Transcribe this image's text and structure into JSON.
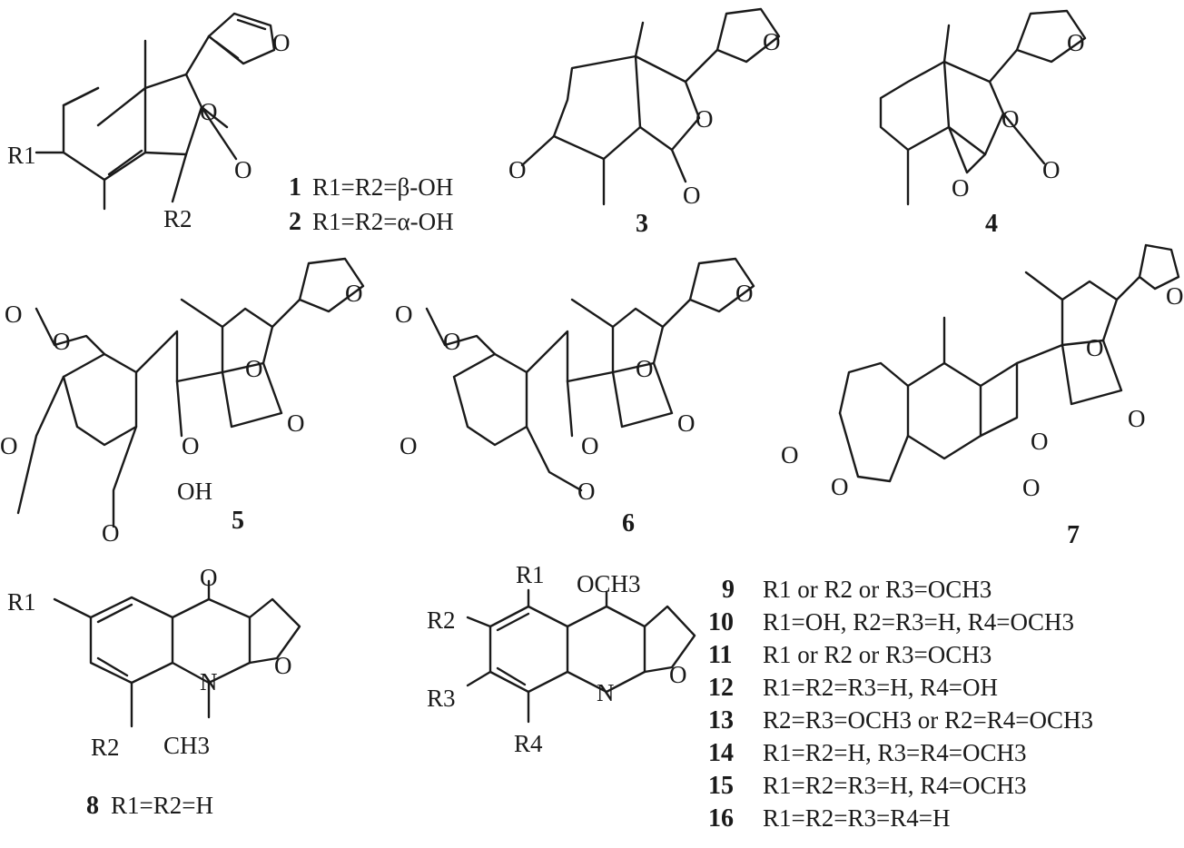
{
  "compounds": [
    {
      "id": "c1",
      "number": "1",
      "label": "R1=R2=β-OH"
    },
    {
      "id": "c2",
      "number": "2",
      "label": "R1=R2=α-OH"
    },
    {
      "id": "c3",
      "number": "3",
      "label": ""
    },
    {
      "id": "c4",
      "number": "4",
      "label": ""
    },
    {
      "id": "c5",
      "number": "5",
      "label": ""
    },
    {
      "id": "c6",
      "number": "6",
      "label": ""
    },
    {
      "id": "c7",
      "number": "7",
      "label": ""
    },
    {
      "id": "c8",
      "number": "8",
      "label": "R1=R2=H"
    },
    {
      "id": "c9",
      "number": "9",
      "label": "R1 or R2 or R3=OCH3"
    },
    {
      "id": "c10",
      "number": "10",
      "label": "R1=OH, R2=R3=H, R4=OCH3"
    },
    {
      "id": "c11",
      "number": "11",
      "label": "R1 or R2 or R3=OCH3"
    },
    {
      "id": "c12",
      "number": "12",
      "label": "R1=R2=R3=H, R4=OH"
    },
    {
      "id": "c13",
      "number": "13",
      "label": "R2=R3=OCH3 or R2=R4=OCH3"
    },
    {
      "id": "c14",
      "number": "14",
      "label": "R1=R2=H, R3=R4=OCH3"
    },
    {
      "id": "c15",
      "number": "15",
      "label": "R1=R2=R3=H, R4=OCH3"
    },
    {
      "id": "c16",
      "number": "16",
      "label": "R1=R2=R3=R4=H"
    }
  ],
  "atom_labels": {
    "oxygen": "O",
    "nitrogen": "N",
    "hydroxyl": "OH",
    "methoxy": "OCH3",
    "n_methyl": "CH3",
    "r1": "R1",
    "r2": "R2",
    "r3": "R3",
    "r4": "R4"
  }
}
